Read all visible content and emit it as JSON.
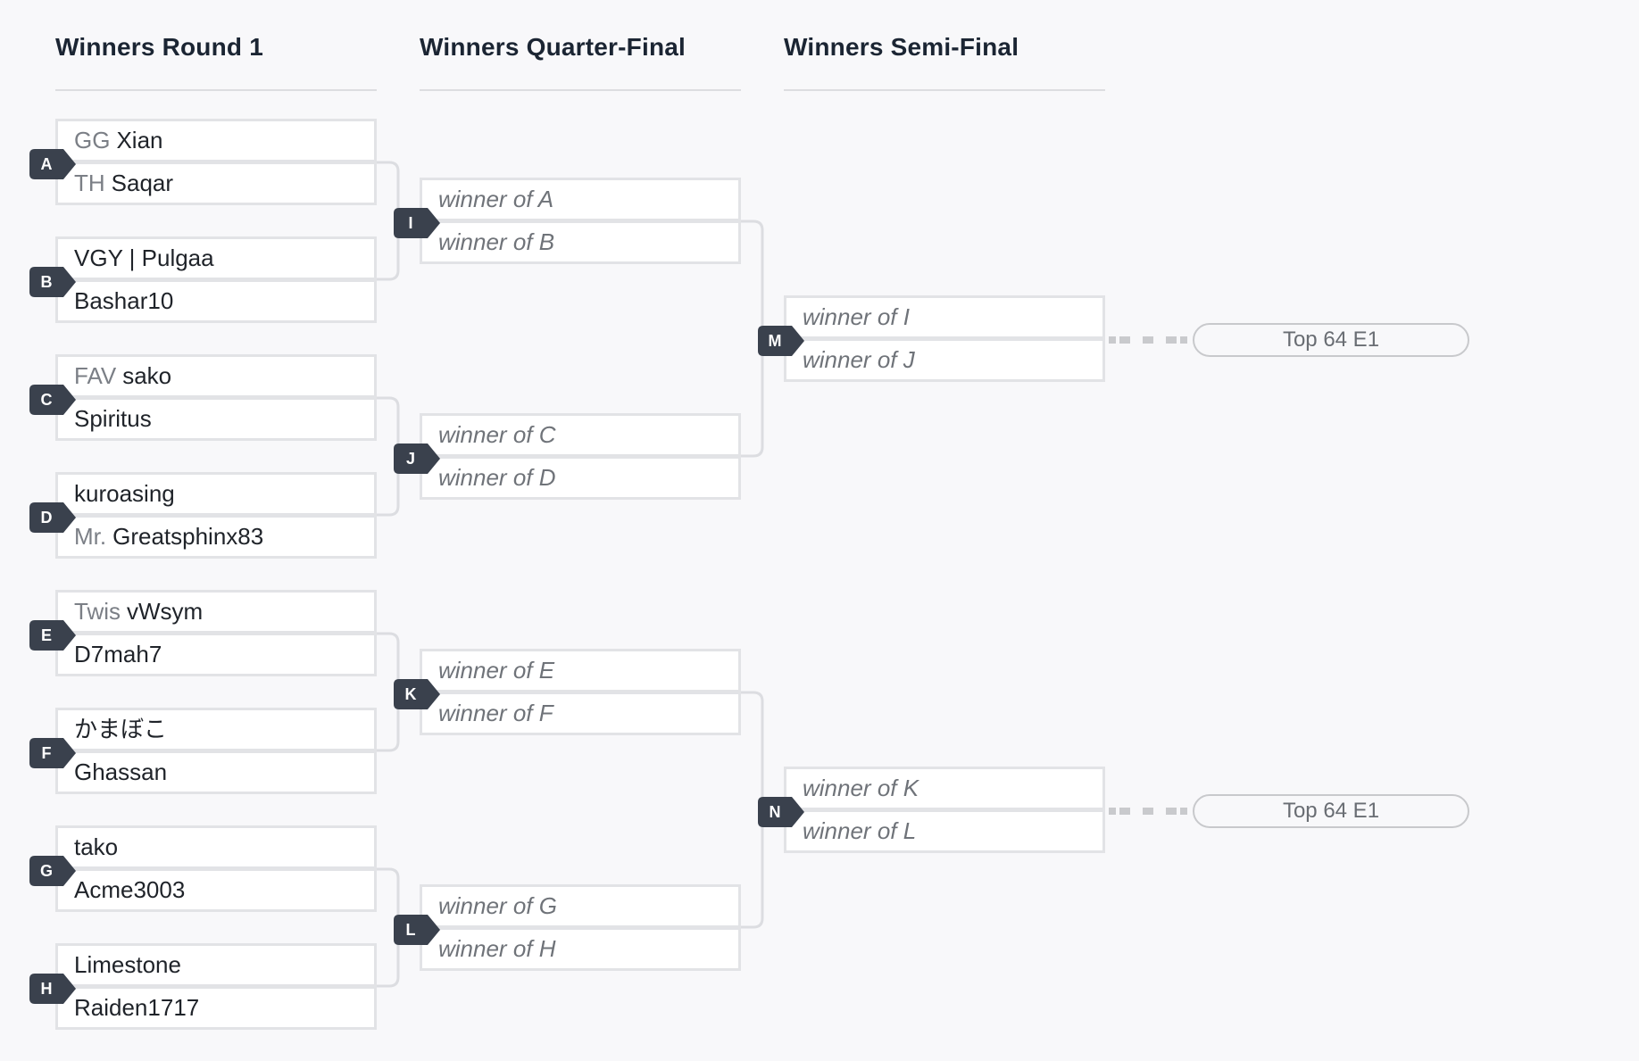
{
  "rounds": [
    {
      "title": "Winners Round 1"
    },
    {
      "title": "Winners Quarter-Final"
    },
    {
      "title": "Winners Semi-Final"
    }
  ],
  "matches": {
    "A": {
      "id": "A",
      "p1": {
        "prefix": "GG",
        "name": "Xian"
      },
      "p2": {
        "prefix": "TH",
        "name": "Saqar"
      }
    },
    "B": {
      "id": "B",
      "p1": {
        "prefix": "",
        "name": "VGY | Pulgaa"
      },
      "p2": {
        "prefix": "",
        "name": "Bashar10"
      }
    },
    "C": {
      "id": "C",
      "p1": {
        "prefix": "FAV",
        "name": "sako"
      },
      "p2": {
        "prefix": "",
        "name": "Spiritus"
      }
    },
    "D": {
      "id": "D",
      "p1": {
        "prefix": "",
        "name": "kuroasing"
      },
      "p2": {
        "prefix": "Mr.",
        "name": "Greatsphinx83"
      }
    },
    "E": {
      "id": "E",
      "p1": {
        "prefix": "Twis",
        "name": "vWsym"
      },
      "p2": {
        "prefix": "",
        "name": "D7mah7"
      }
    },
    "F": {
      "id": "F",
      "p1": {
        "prefix": "",
        "name": "かまぼこ"
      },
      "p2": {
        "prefix": "",
        "name": "Ghassan"
      }
    },
    "G": {
      "id": "G",
      "p1": {
        "prefix": "",
        "name": "tako"
      },
      "p2": {
        "prefix": "",
        "name": "Acme3003"
      }
    },
    "H": {
      "id": "H",
      "p1": {
        "prefix": "",
        "name": "Limestone"
      },
      "p2": {
        "prefix": "",
        "name": "Raiden1717"
      }
    },
    "I": {
      "id": "I",
      "p1": {
        "name": "winner of A"
      },
      "p2": {
        "name": "winner of B"
      }
    },
    "J": {
      "id": "J",
      "p1": {
        "name": "winner of C"
      },
      "p2": {
        "name": "winner of D"
      }
    },
    "K": {
      "id": "K",
      "p1": {
        "name": "winner of E"
      },
      "p2": {
        "name": "winner of F"
      }
    },
    "L": {
      "id": "L",
      "p1": {
        "name": "winner of G"
      },
      "p2": {
        "name": "winner of H"
      }
    },
    "M": {
      "id": "M",
      "p1": {
        "name": "winner of I"
      },
      "p2": {
        "name": "winner of J"
      }
    },
    "N": {
      "id": "N",
      "p1": {
        "name": "winner of K"
      },
      "p2": {
        "name": "winner of L"
      }
    }
  },
  "progression": {
    "M": "Top 64 E1",
    "N": "Top 64 E1"
  },
  "colors": {
    "badge": "#3a414d",
    "slot_border": "#e2e3e6",
    "connector": "#dcdde1",
    "background": "#f8f8fa"
  }
}
